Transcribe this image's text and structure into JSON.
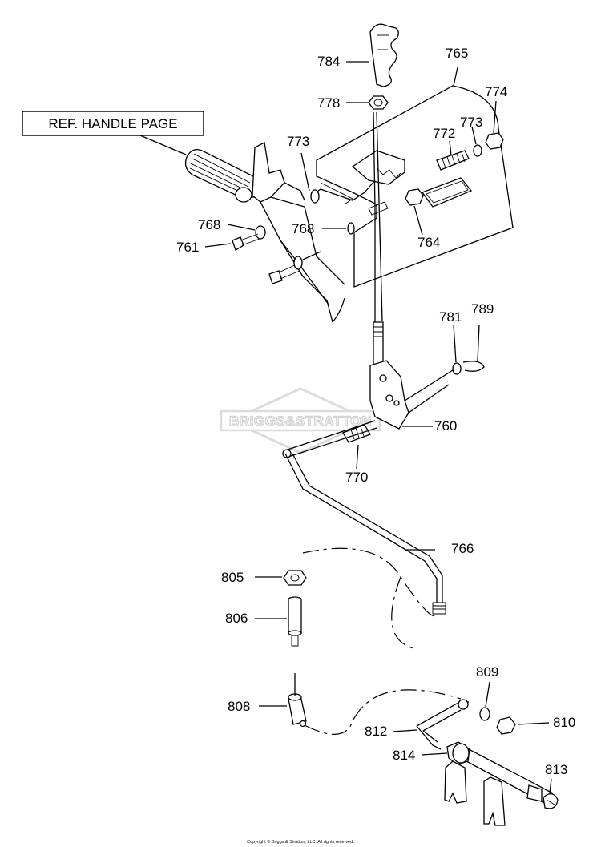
{
  "reference_box": {
    "text": "REF. HANDLE PAGE"
  },
  "watermark": {
    "text": "BRIGGS&STRATTON"
  },
  "copyright": {
    "text": "Copyright © Briggs & Stratton, LLC. All rights reserved."
  },
  "callouts": [
    {
      "id": "784",
      "text": "784"
    },
    {
      "id": "765",
      "text": "765"
    },
    {
      "id": "778",
      "text": "778"
    },
    {
      "id": "774",
      "text": "774"
    },
    {
      "id": "773a",
      "text": "773"
    },
    {
      "id": "773b",
      "text": "773"
    },
    {
      "id": "772",
      "text": "772"
    },
    {
      "id": "768a",
      "text": "768"
    },
    {
      "id": "768b",
      "text": "768"
    },
    {
      "id": "764",
      "text": "764"
    },
    {
      "id": "761",
      "text": "761"
    },
    {
      "id": "781",
      "text": "781"
    },
    {
      "id": "789",
      "text": "789"
    },
    {
      "id": "760",
      "text": "760"
    },
    {
      "id": "770",
      "text": "770"
    },
    {
      "id": "766",
      "text": "766"
    },
    {
      "id": "805",
      "text": "805"
    },
    {
      "id": "806",
      "text": "806"
    },
    {
      "id": "808",
      "text": "808"
    },
    {
      "id": "809",
      "text": "809"
    },
    {
      "id": "810",
      "text": "810"
    },
    {
      "id": "812",
      "text": "812"
    },
    {
      "id": "814",
      "text": "814"
    },
    {
      "id": "813",
      "text": "813"
    }
  ]
}
